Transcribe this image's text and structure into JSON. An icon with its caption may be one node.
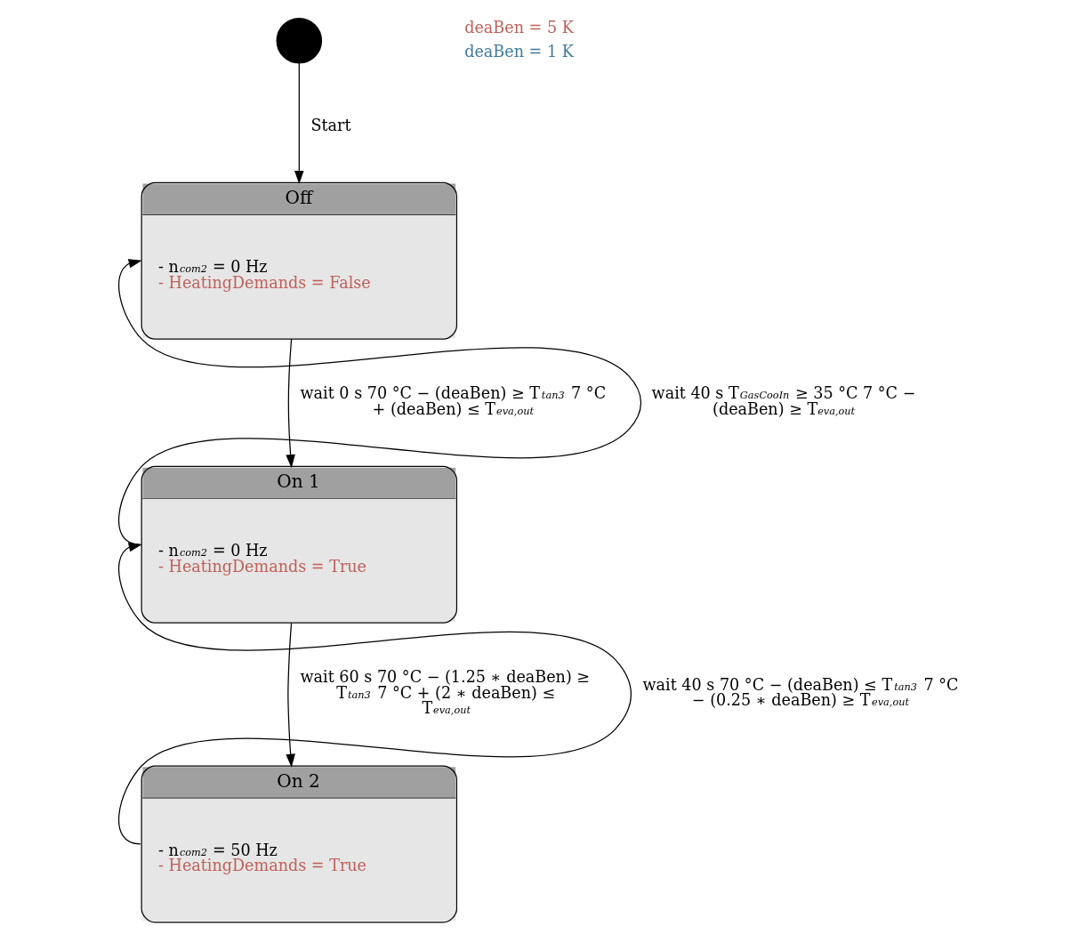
{
  "diagram": {
    "nodes": [
      {
        "text": [],
        "shape": "circle"
      },
      {
        "text": [
          "Off",
          "- n$_{com2}$ = 0 Hz",
          "- HeatingDemands = False"
        ]
      },
      {
        "text": [
          "On 1",
          "- n$_{com2}$ = 0 Hz",
          "- HeatingDemands = True"
        ]
      },
      {
        "text": [
          "On 2",
          "- n$_{com2}$ = 50 Hz",
          "- HeatingDemands = True"
        ]
      }
    ],
    "edges": [
      {
        "from": 0,
        "to": 1,
        "arrow": "to",
        "label": "Start"
      },
      {
        "from": 1,
        "to": 2,
        "arrow": "to",
        "label": "wait 0 s 70 °C − (deaBen) ≥ T$_{tan3}$ 7 °C + (deaBen) ≤ T$_{eva,out}$"
      },
      {
        "from": 2,
        "to": 1,
        "arrow": "to",
        "label": "wait 40 s T$_{GasCooIn}$ ≥ 35 °C 7 °C − (deaBen) ≥ T$_{eva,out}$"
      },
      {
        "from": 2,
        "to": 3,
        "arrow": "to",
        "label": "wait 60 s 70 °C − (1.25 ∗ deaBen) ≥ T$_{tan3}$ 7 °C + (2 ∗ deaBen) ≤ T$_{eva,out}$"
      },
      {
        "from": 3,
        "to": 2,
        "arrow": "to",
        "label": "wait 40 s 70 °C − (deaBen) ≤ T$_{tan3}$ 7 °C − (0.25 ∗ deaBen) ≥ T$_{eva,out}$"
      }
    ],
    "legend": [
      {
        "text": "deaBen = 5 K",
        "color": "#c0605a"
      },
      {
        "text": "deaBen = 1 K",
        "color": "#3e7a9e"
      }
    ]
  }
}
